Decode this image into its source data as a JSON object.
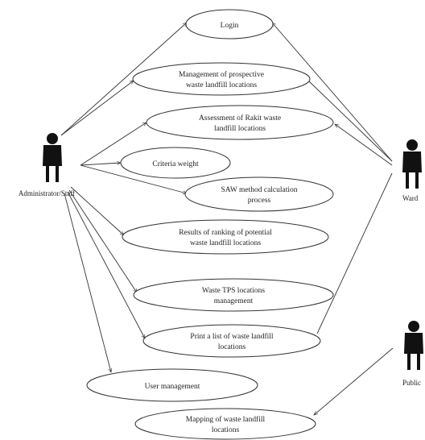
{
  "actors": {
    "admin": {
      "label": "Administrator/Staff",
      "icon": "person-icon"
    },
    "ward": {
      "label": "Ward",
      "icon": "person-icon"
    },
    "public": {
      "label": "Public",
      "icon": "person-icon"
    }
  },
  "use_cases": {
    "login": [
      "Login"
    ],
    "management_prospective": [
      "Management of prospective",
      "waste landfill locations"
    ],
    "assessment": [
      "Assessment of Rakit waste",
      "landfill locations"
    ],
    "criteria_weight": [
      "Criteria weight"
    ],
    "saw_method": [
      "SAW method calculation",
      "process"
    ],
    "results_ranking": [
      "Results of ranking of potential",
      "waste landfill locations"
    ],
    "waste_tps": [
      "Waste TPS locations",
      "management"
    ],
    "print_list": [
      "Print a list of waste landfill",
      "locations"
    ],
    "user_management": [
      "User management"
    ],
    "mapping": [
      "Mapping of waste landfill",
      "locations"
    ]
  },
  "colors": {
    "line": "#333333",
    "figure": "#111111"
  }
}
